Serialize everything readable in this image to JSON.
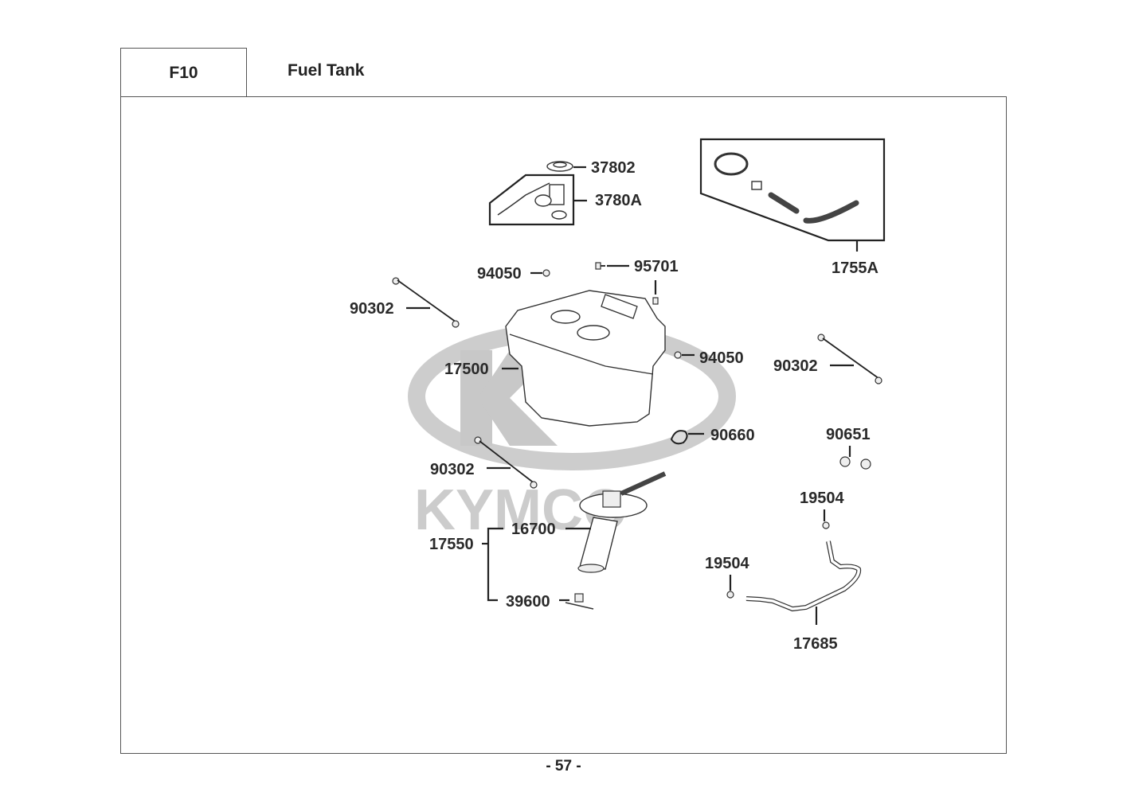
{
  "header": {
    "section_code": "F10",
    "section_title": "Fuel Tank"
  },
  "watermark": {
    "brand": "KYMCO"
  },
  "parts": [
    {
      "id": "p37802",
      "number": "37802",
      "description_icon": "ring-nut-icon"
    },
    {
      "id": "p3780A",
      "number": "3780A",
      "description_icon": "fuel-gauge-sender-kit-icon"
    },
    {
      "id": "p1755A",
      "number": "1755A",
      "description_icon": "hose-and-clamp-kit-icon"
    },
    {
      "id": "p94050a",
      "number": "94050",
      "description_icon": "nut-icon"
    },
    {
      "id": "p95701",
      "number": "95701",
      "description_icon": "bolt-icon"
    },
    {
      "id": "p90302a",
      "number": "90302",
      "description_icon": "screw-icon"
    },
    {
      "id": "p17500",
      "number": "17500",
      "description_icon": "fuel-tank-icon"
    },
    {
      "id": "p94050b",
      "number": "94050",
      "description_icon": "nut-icon"
    },
    {
      "id": "p90302b",
      "number": "90302",
      "description_icon": "screw-icon"
    },
    {
      "id": "p90660",
      "number": "90660",
      "description_icon": "clamp-icon"
    },
    {
      "id": "p90651",
      "number": "90651",
      "description_icon": "hose-clip-icon"
    },
    {
      "id": "p90302c",
      "number": "90302",
      "description_icon": "screw-icon"
    },
    {
      "id": "p16700",
      "number": "16700",
      "description_icon": "fuel-pump-icon"
    },
    {
      "id": "p17550",
      "number": "17550",
      "description_icon": "fuel-pump-assembly-icon"
    },
    {
      "id": "p39600",
      "number": "39600",
      "description_icon": "filter-icon"
    },
    {
      "id": "p19504a",
      "number": "19504",
      "description_icon": "hose-clip-icon"
    },
    {
      "id": "p19504b",
      "number": "19504",
      "description_icon": "hose-clip-icon"
    },
    {
      "id": "p17685",
      "number": "17685",
      "description_icon": "fuel-hose-icon"
    }
  ],
  "footer": {
    "page_number": "- 57 -"
  }
}
